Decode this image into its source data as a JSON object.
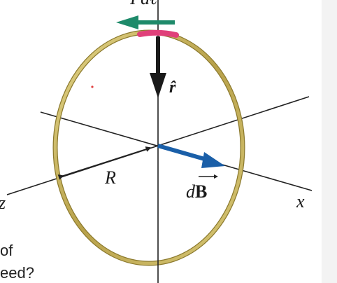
{
  "labels": {
    "top_cut": "I dℓ",
    "unit_vector": "r̂",
    "radius": "R",
    "field_element": "dB",
    "axis_x": "x",
    "axis_z": "z"
  },
  "partial_text": {
    "line1": "of",
    "line2": "eed?"
  },
  "colors": {
    "loop": "#c8b860",
    "loop_dark": "#8c7a2e",
    "current_segment": "#e0407a",
    "current_arrow": "#1e8a6a",
    "r_hat_arrow": "#1a1a1a",
    "db_arrow": "#1a5fa8",
    "axes": "#222222",
    "red_dot": "#e04040"
  },
  "icons": {
    "current_arrow": "left-arrow-icon",
    "r_hat": "down-arrow-icon",
    "db_vector": "right-arrow-icon"
  }
}
